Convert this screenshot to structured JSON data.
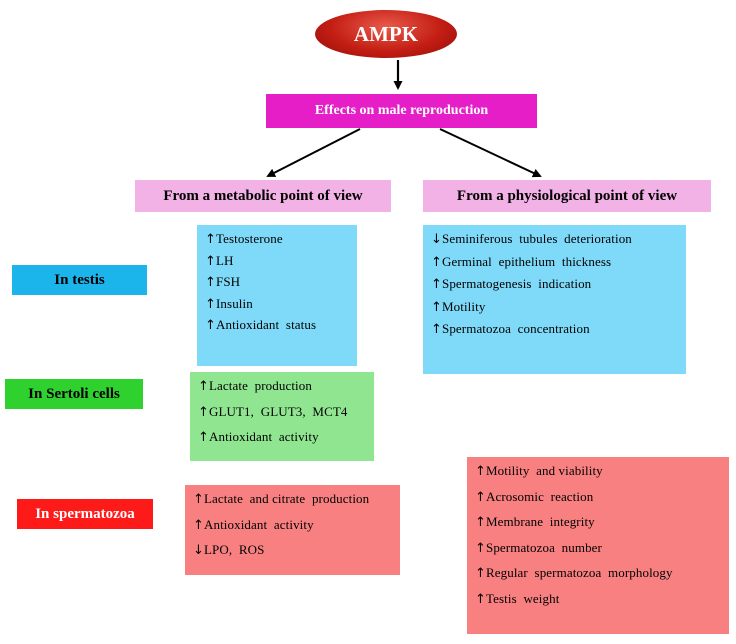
{
  "root": {
    "label": "AMPK"
  },
  "effects": {
    "label": "Effects on male reproduction"
  },
  "columns": {
    "metabolic": "From a metabolic point of view",
    "physiological": "From a physiological point of view"
  },
  "rows": {
    "testis": "In testis",
    "sertoli": "In Sertoli cells",
    "spermatozoa": "In spermatozoa"
  },
  "arrow_glyphs": {
    "up": "↑",
    "down": "↓"
  },
  "boxes": {
    "testis_metabolic": [
      {
        "dir": "↑",
        "text": "Testosterone"
      },
      {
        "dir": "↑",
        "text": "LH"
      },
      {
        "dir": "↑",
        "text": "FSH"
      },
      {
        "dir": "↑",
        "text": "Insulin"
      },
      {
        "dir": "↑",
        "text": "Antioxidant  status"
      }
    ],
    "testis_physiological": [
      {
        "dir": "↓",
        "text": "Seminiferous  tubules  deterioration"
      },
      {
        "dir": "↑",
        "text": "Germinal  epithelium  thickness"
      },
      {
        "dir": "↑",
        "text": "Spermatogenesis  indication"
      },
      {
        "dir": "↑",
        "text": "Motility"
      },
      {
        "dir": "↑",
        "text": "Spermatozoa  concentration"
      }
    ],
    "sertoli_metabolic": [
      {
        "dir": "↑",
        "text": "Lactate  production"
      },
      {
        "dir": "↑",
        "text": "GLUT1,  GLUT3,  MCT4"
      },
      {
        "dir": "↑",
        "text": "Antioxidant  activity"
      }
    ],
    "sperm_metabolic": [
      {
        "dir": "↑",
        "text": "Lactate  and citrate  production"
      },
      {
        "dir": "↑",
        "text": "Antioxidant  activity"
      },
      {
        "dir": "↓",
        "text": "LPO,  ROS"
      }
    ],
    "sperm_physiological": [
      {
        "dir": "↑",
        "text": "Motility  and viability"
      },
      {
        "dir": "↑",
        "text": "Acrosomic  reaction"
      },
      {
        "dir": "↑",
        "text": "Membrane  integrity"
      },
      {
        "dir": "↑",
        "text": "Spermatozoa  number"
      },
      {
        "dir": "↑",
        "text": "Regular  spermatozoa  morphology"
      },
      {
        "dir": "↑",
        "text": "Testis  weight"
      }
    ]
  },
  "colors": {
    "root": "#c41e14",
    "effects": "#e61ec8",
    "column_header": "#f2b2e6",
    "testis_label": "#1bb5ec",
    "testis_box": "#7fdafa",
    "sertoli_label": "#2fd12f",
    "sertoli_box": "#90e690",
    "sperm_label": "#ff1a1a",
    "sperm_box": "#f98080"
  }
}
